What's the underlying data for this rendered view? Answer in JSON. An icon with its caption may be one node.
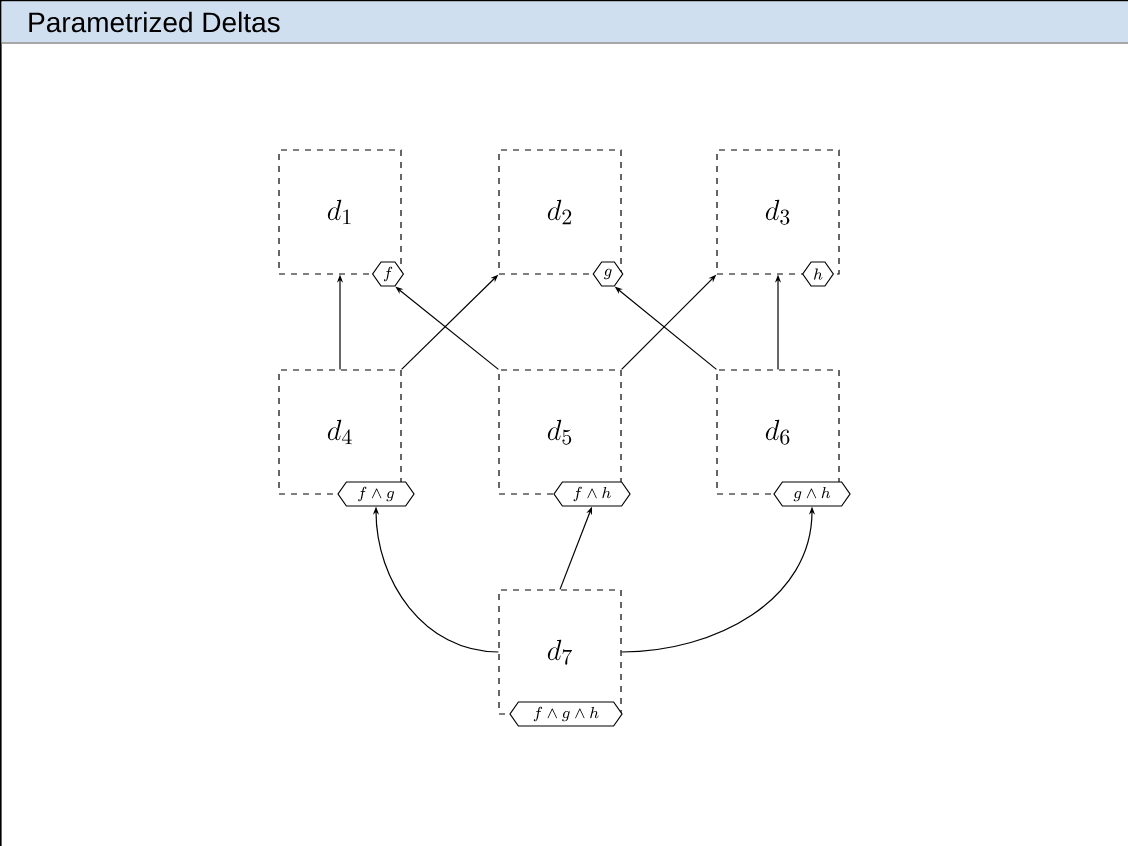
{
  "diagram": {
    "title": "Parametrized Deltas",
    "nodes": [
      {
        "text": [
          "d_1"
        ]
      },
      {
        "text": [
          "d_2"
        ]
      },
      {
        "text": [
          "d_3"
        ]
      },
      {
        "text": [
          "d_4"
        ]
      },
      {
        "text": [
          "d_5"
        ]
      },
      {
        "text": [
          "d_6"
        ]
      },
      {
        "text": [
          "d_7"
        ]
      },
      {
        "text": [
          "f"
        ]
      },
      {
        "text": [
          "g"
        ]
      },
      {
        "text": [
          "h"
        ]
      },
      {
        "text": [
          "f \\wedge g"
        ]
      },
      {
        "text": [
          "f \\wedge h"
        ]
      },
      {
        "text": [
          "g \\wedge h"
        ]
      },
      {
        "text": [
          "f \\wedge g \\wedge h"
        ]
      }
    ],
    "edges": [
      {
        "from": 3,
        "to": 0,
        "arrow": "to"
      },
      {
        "from": 3,
        "to": 1,
        "arrow": "to"
      },
      {
        "from": 4,
        "to": 7,
        "arrow": "to"
      },
      {
        "from": 4,
        "to": 2,
        "arrow": "to"
      },
      {
        "from": 5,
        "to": 8,
        "arrow": "to"
      },
      {
        "from": 5,
        "to": 2,
        "arrow": "to"
      },
      {
        "from": 6,
        "to": 10,
        "arrow": "to"
      },
      {
        "from": 6,
        "to": 11,
        "arrow": "to"
      },
      {
        "from": 6,
        "to": 12,
        "arrow": "to"
      }
    ]
  }
}
